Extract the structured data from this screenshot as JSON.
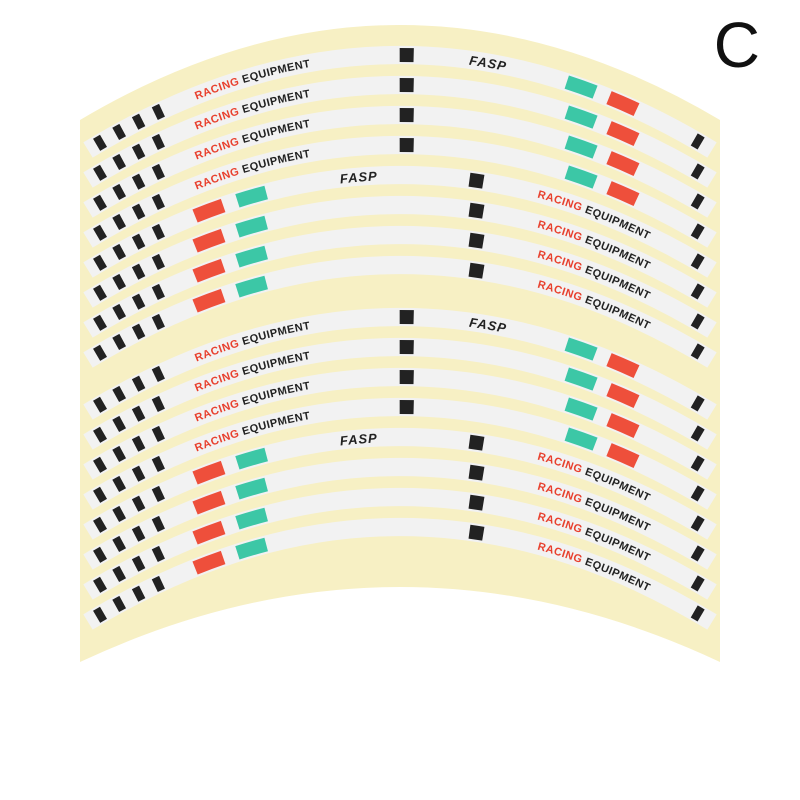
{
  "variant_label": "C",
  "product": {
    "label_word1": "RACING",
    "label_word2": "EQUIPMENT",
    "logo": "FASP",
    "sheets": 2,
    "strips_per_sheet": 8
  },
  "colors": {
    "backing": "#f7f0c4",
    "strip": "#f2f2f2",
    "red": "#ee4f3b",
    "green": "#3cc7a6",
    "black": "#222222",
    "text_red": "#e8402e"
  }
}
